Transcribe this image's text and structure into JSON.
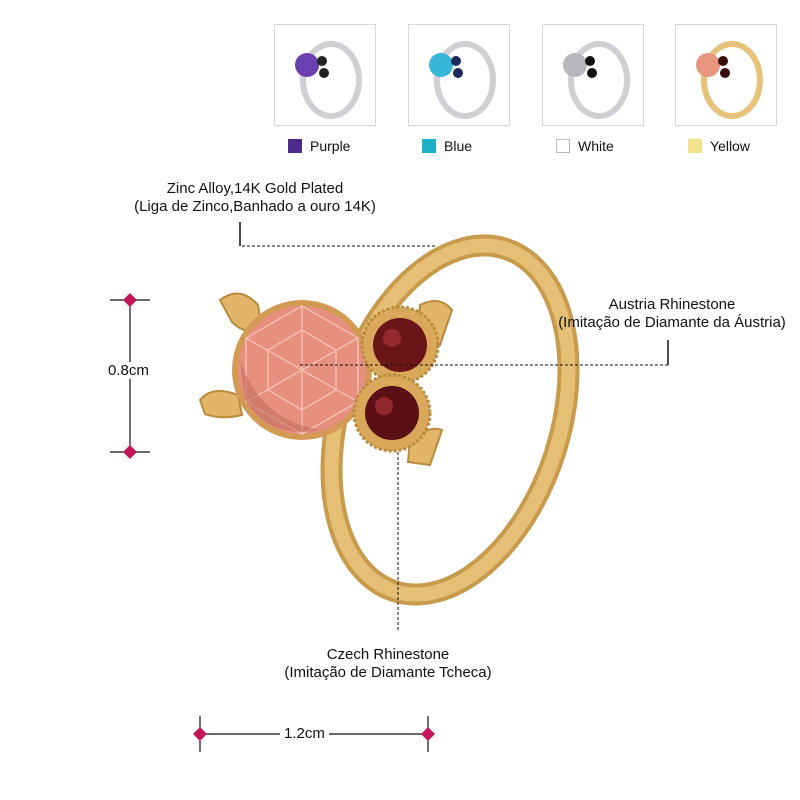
{
  "variants": [
    {
      "name": "Purple",
      "color": "#4b2a8c",
      "metal": "#cfcfd4",
      "gem": "#6a3fb0"
    },
    {
      "name": "Blue",
      "color": "#1fb0c8",
      "metal": "#cfcfd4",
      "gem": "#36b7d8"
    },
    {
      "name": "White",
      "color": "#ffffff",
      "metal": "#cfcfd4",
      "gem": "#b8b8bc"
    },
    {
      "name": "Yellow",
      "color": "#f3e08a",
      "metal": "#e9c27a",
      "gem": "#e89680"
    }
  ],
  "annotations": {
    "material_en": "Zinc Alloy,14K Gold Plated",
    "material_pt": "(Liga de Zinco,Banhado a ouro 14K)",
    "austria_en": "Austria Rhinestone",
    "austria_pt": "(Imitação de Diamante da Áustria)",
    "czech_en": "Czech Rhinestone",
    "czech_pt": "(Imitação de Diamante Tcheca)"
  },
  "dimensions": {
    "height": "0.8cm",
    "width": "1.2cm"
  },
  "colors": {
    "gold": "#e6bf76",
    "gold_dark": "#c89a4c",
    "main_stone": "#e7907f",
    "eye_stone": "#6a1518",
    "marker": "#c2185b"
  }
}
